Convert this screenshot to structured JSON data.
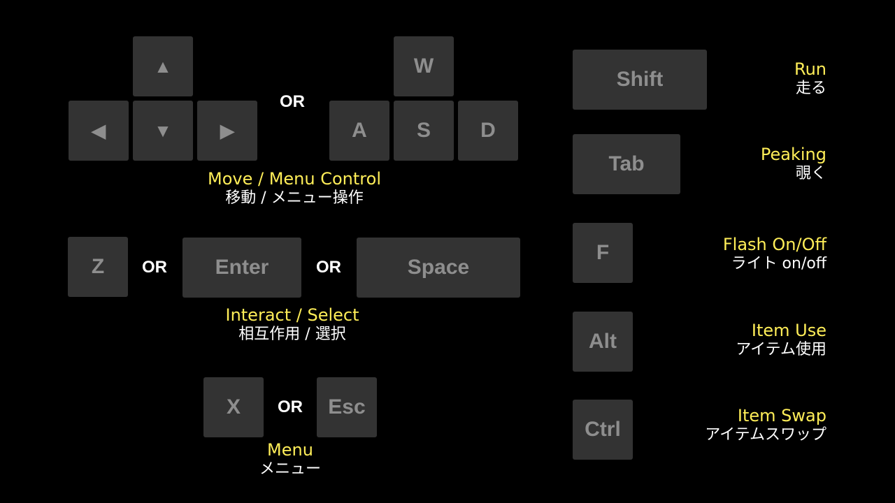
{
  "movement": {
    "arrow_up": "▲",
    "arrow_left": "◀",
    "arrow_down": "▼",
    "arrow_right": "▶",
    "or": "OR",
    "w": "W",
    "a": "A",
    "s": "S",
    "d": "D",
    "label_en": "Move / Menu Control",
    "label_jp": "移動 / メニュー操作"
  },
  "interact": {
    "z": "Z",
    "or1": "OR",
    "enter": "Enter",
    "or2": "OR",
    "space": "Space",
    "label_en": "Interact / Select",
    "label_jp": "相互作用 / 選択"
  },
  "menu": {
    "x": "X",
    "or": "OR",
    "esc": "Esc",
    "label_en": "Menu",
    "label_jp": "メニュー"
  },
  "right": [
    {
      "key": "Shift",
      "en": "Run",
      "jp": "走る"
    },
    {
      "key": "Tab",
      "en": "Peaking",
      "jp": "覗く"
    },
    {
      "key": "F",
      "en": "Flash On/Off",
      "jp": "ライト on/off"
    },
    {
      "key": "Alt",
      "en": "Item Use",
      "jp": "アイテム使用"
    },
    {
      "key": "Ctrl",
      "en": "Item Swap",
      "jp": "アイテムスワップ"
    }
  ],
  "colors": {
    "background": "#000000",
    "key_fill": "#333333",
    "key_text": "#8e8e8e",
    "label_en": "#ffee58",
    "label_jp": "#ffffff"
  }
}
